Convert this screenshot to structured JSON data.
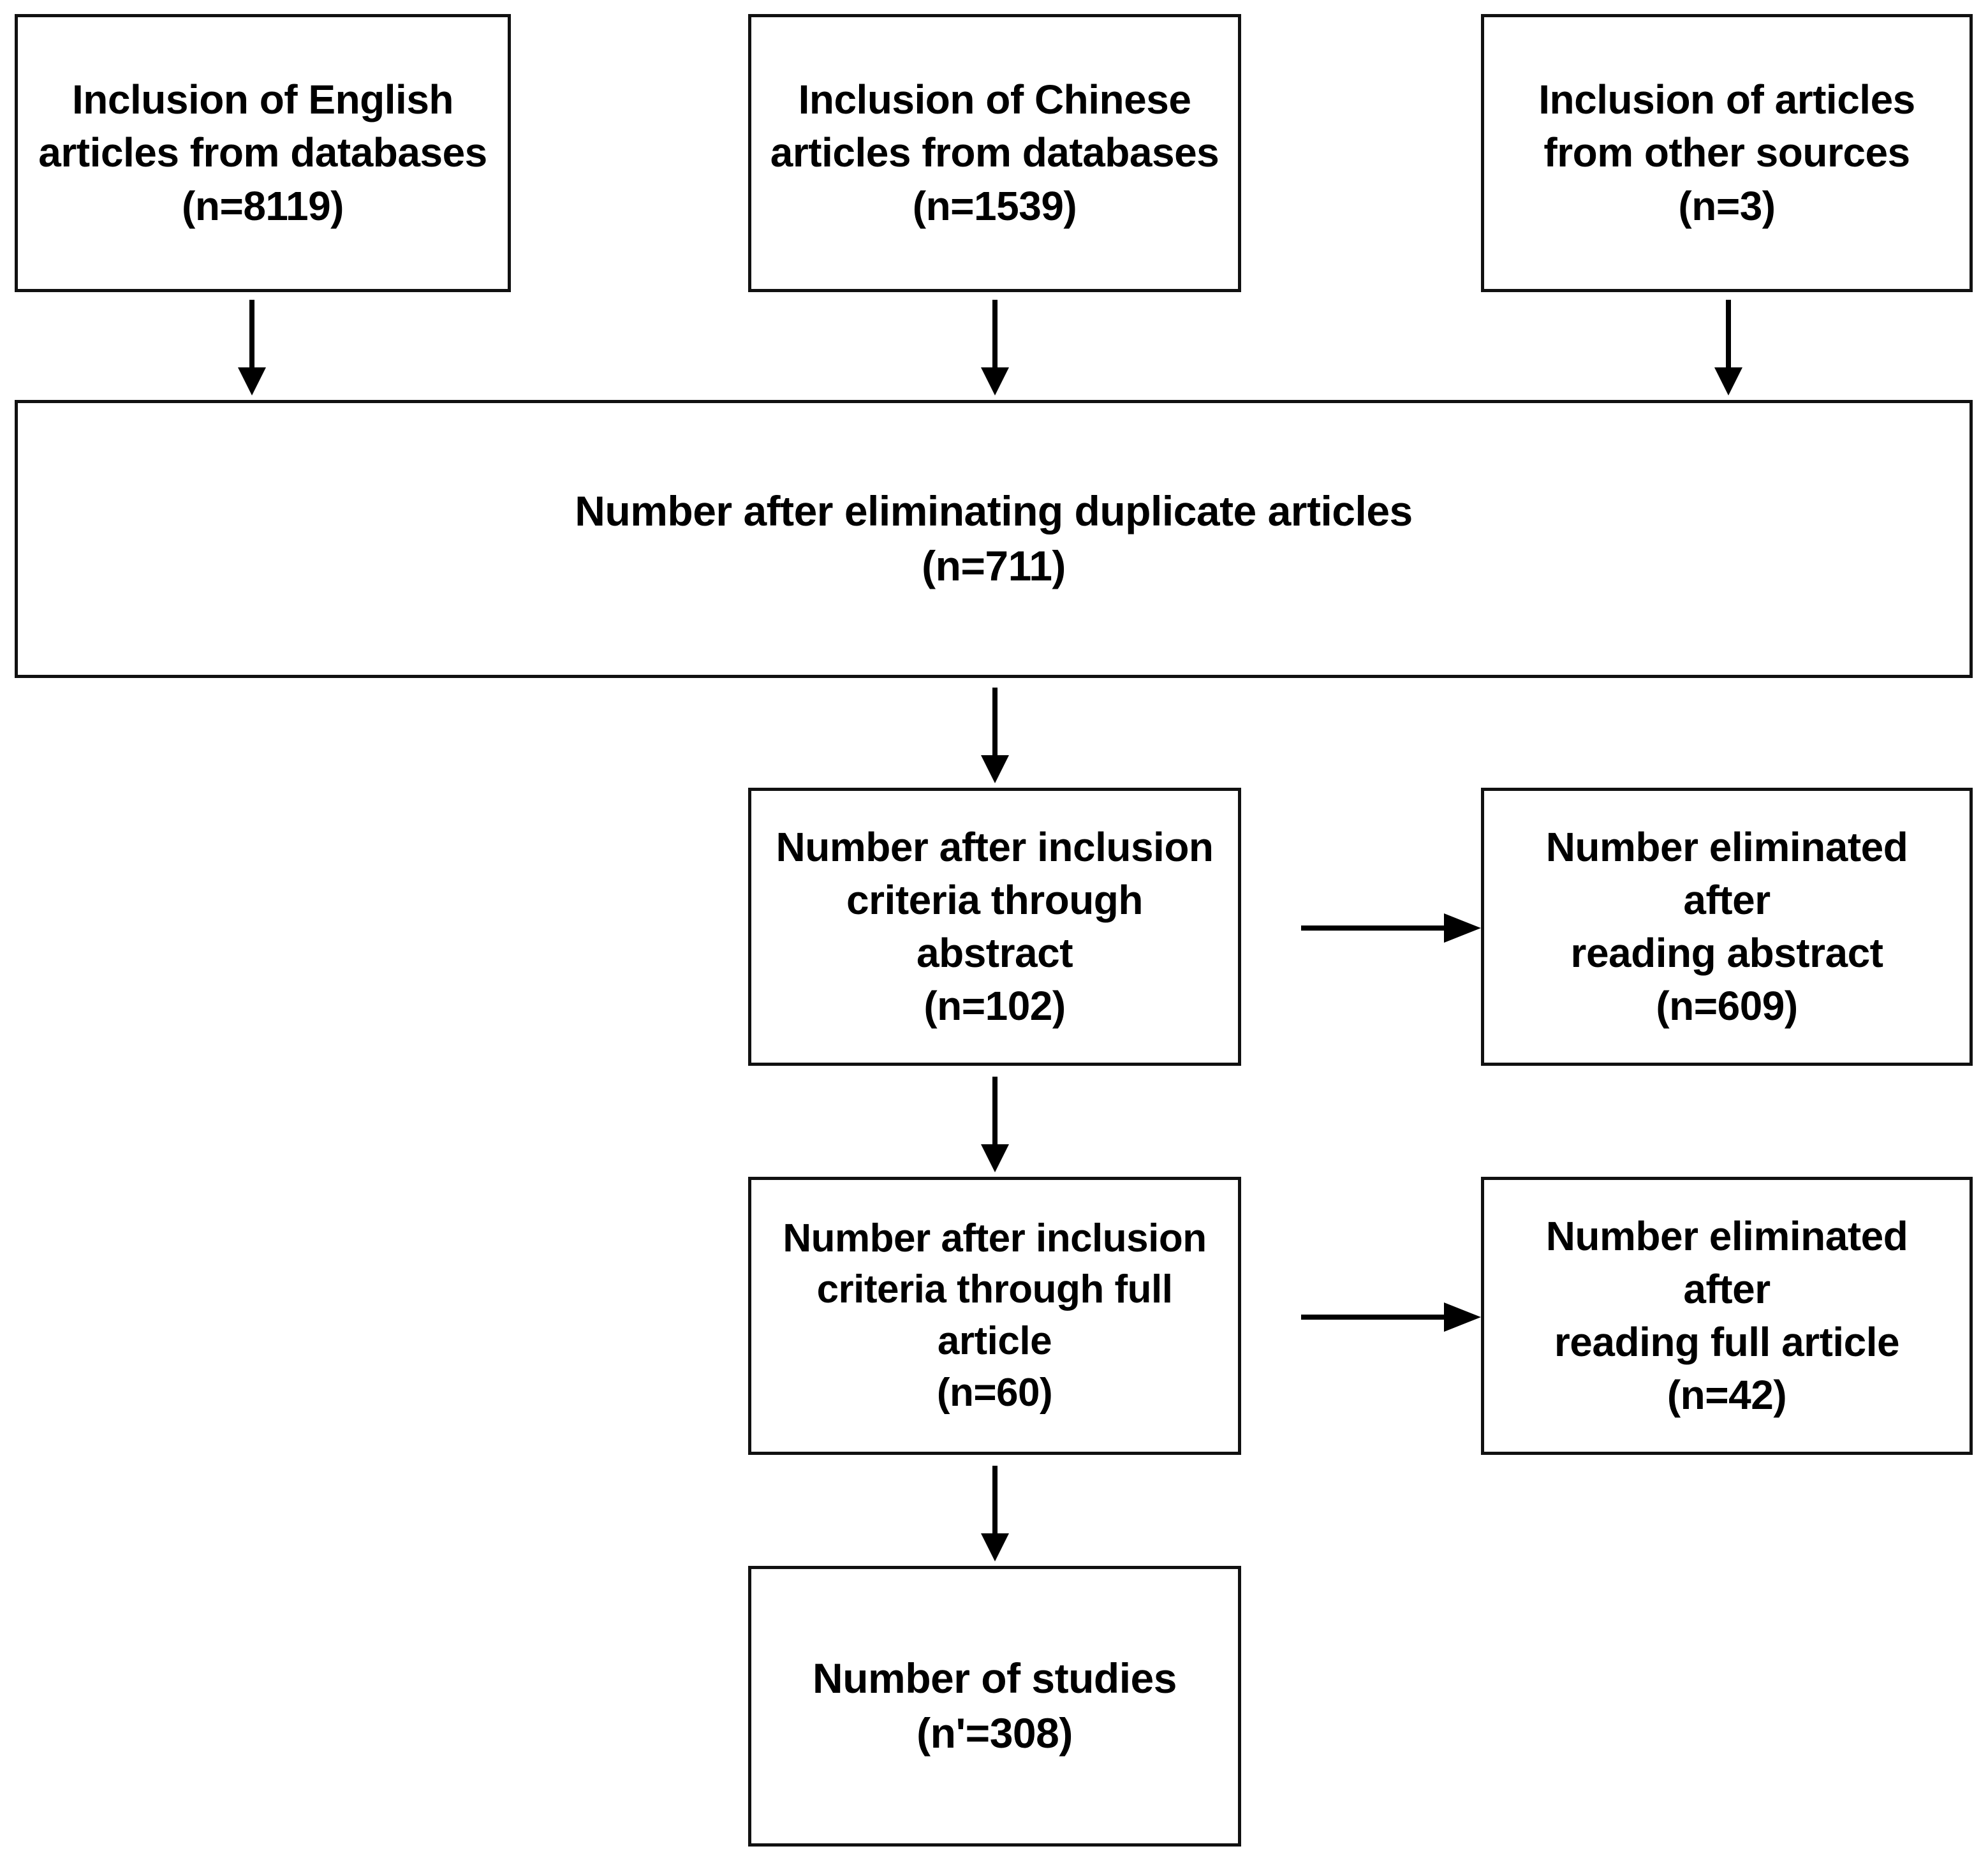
{
  "diagram": {
    "type": "prisma-flow-diagram",
    "title": "",
    "boxes": {
      "english": {
        "line1": "Inclusion of English",
        "line2": "articles from databases",
        "count_label": "(n=8119)",
        "n": 8119,
        "text": "Inclusion of English\narticles from databases\n(n=8119)"
      },
      "chinese": {
        "line1": "Inclusion of Chinese",
        "line2": "articles from databases",
        "count_label": "(n=1539)",
        "n": 1539,
        "text": "Inclusion of Chinese\narticles from databases\n(n=1539)"
      },
      "other": {
        "line1": "Inclusion of  articles",
        "line2": "from other sources",
        "count_label": "(n=3)",
        "n": 3,
        "text": "Inclusion of  articles\nfrom other sources\n(n=3)"
      },
      "duplicates": {
        "line1": "Number after eliminating duplicate articles",
        "count_label": "(n=711)",
        "n": 711,
        "text": "Number after eliminating duplicate articles\n(n=711)"
      },
      "abstract_included": {
        "line1": "Number after inclusion",
        "line2": "criteria through abstract",
        "count_label": "(n=102)",
        "n": 102,
        "text": "Number after inclusion\ncriteria through abstract\n(n=102)"
      },
      "abstract_excluded": {
        "line1": "Number eliminated after",
        "line2": "reading abstract",
        "count_label": "(n=609)",
        "n": 609,
        "text": "Number eliminated after\nreading abstract\n(n=609)"
      },
      "full_included": {
        "line1": "Number after inclusion",
        "line2": "criteria through full",
        "line3": "article",
        "count_label": "(n=60)",
        "n": 60,
        "text": "Number after inclusion\ncriteria through full\narticle\n(n=60)"
      },
      "full_excluded": {
        "line1": "Number eliminated after",
        "line2": "reading full article",
        "count_label": "(n=42)",
        "n": 42,
        "text": "Number eliminated after\nreading full article\n(n=42)"
      },
      "studies": {
        "line1": "Number of studies",
        "count_label": "(n'=308)",
        "n": 308,
        "text": "Number of studies\n(n'=308)"
      }
    },
    "arrows": [
      {
        "name": "english-to-duplicates",
        "direction": "down"
      },
      {
        "name": "chinese-to-duplicates",
        "direction": "down"
      },
      {
        "name": "other-to-duplicates",
        "direction": "down"
      },
      {
        "name": "duplicates-to-abstract",
        "direction": "down"
      },
      {
        "name": "abstract-to-abstract-excluded",
        "direction": "right"
      },
      {
        "name": "abstract-to-full",
        "direction": "down"
      },
      {
        "name": "full-to-full-excluded",
        "direction": "right"
      },
      {
        "name": "full-to-studies",
        "direction": "down"
      }
    ],
    "colors": {
      "stroke": "#111111",
      "text": "#000000",
      "background": "#ffffff"
    }
  }
}
